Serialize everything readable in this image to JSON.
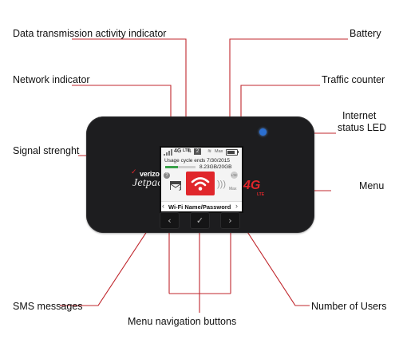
{
  "labels": {
    "data_activity": "Data transmission activity indicator",
    "network_indicator": "Network indicator",
    "signal_strength": "Signal strenght",
    "sms_messages": "SMS messages",
    "menu_navigation": "Menu navigation buttons",
    "battery": "Battery",
    "traffic_counter": "Traffic counter",
    "internet_status_led_line1": "Internet",
    "internet_status_led_line2": "status LED",
    "menu": "Menu",
    "number_of_users": "Number of Users"
  },
  "device": {
    "brand": "verizon",
    "product": "Jetpack",
    "network_badge": "4G",
    "network_badge_sub": "LTE",
    "body_color": "#1d1d1f",
    "accent_color": "#e0262b",
    "led_color": "#2b6fd1"
  },
  "screen": {
    "network": "4G",
    "network_sub": "LTE",
    "users_count": "2",
    "signal_label": "Max",
    "battery_level": 0.85,
    "usage_cycle": "Usage cycle ends 7/30/2015",
    "traffic_used": "8.23GB/20GB",
    "traffic_fraction": 0.41,
    "help_glyph": "?",
    "sms_count": "2",
    "lte_tile": "LTE",
    "max_tile": "Max",
    "menu_title": "Wi-Fi Name/Password",
    "menu_prev": "‹",
    "menu_next": "›"
  },
  "buttons": {
    "left": "‹",
    "select": "✓",
    "right": "›"
  },
  "icons": [
    "signal-bars-icon",
    "data-activity-icon",
    "users-icon",
    "battery-icon",
    "wifi-icon",
    "sms-icon",
    "help-icon",
    "chevron-left-icon",
    "check-icon",
    "chevron-right-icon"
  ]
}
